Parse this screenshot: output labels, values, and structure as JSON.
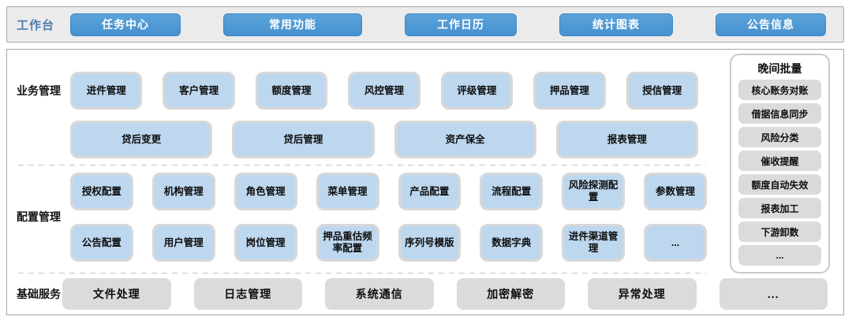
{
  "topbar": {
    "label": "工作台",
    "buttons": [
      "任务中心",
      "常用功能",
      "工作日历",
      "统计图表",
      "公告信息"
    ]
  },
  "sections": {
    "business": {
      "label": "业务管理",
      "row1": [
        "进件管理",
        "客户管理",
        "额度管理",
        "风控管理",
        "评级管理",
        "押品管理",
        "授信管理"
      ],
      "row2": [
        "贷后变更",
        "贷后管理",
        "资产保全",
        "报表管理"
      ]
    },
    "config": {
      "label": "配置管理",
      "row1": [
        "授权配置",
        "机构管理",
        "角色管理",
        "菜单管理",
        "产品配置",
        "流程配置",
        "风险探测配置",
        "参数管理"
      ],
      "row2": [
        "公告配置",
        "用户管理",
        "岗位管理",
        "押品重估频率配置",
        "序列号模版",
        "数据字典",
        "进件渠道管理",
        "..."
      ]
    },
    "base": {
      "label": "基础服务",
      "items": [
        "文件处理",
        "日志管理",
        "系统通信",
        "加密解密",
        "异常处理",
        "..."
      ]
    }
  },
  "sidebar": {
    "title": "晚间批量",
    "items": [
      "核心账务对账",
      "借据信息同步",
      "风险分类",
      "催收提醒",
      "额度自动失效",
      "报表加工",
      "下游卸数",
      "..."
    ]
  },
  "colors": {
    "accent_blue": "#4691cf",
    "box_blue_fill": "#bdd7ee",
    "box_gray_fill": "#dbdbdb"
  }
}
